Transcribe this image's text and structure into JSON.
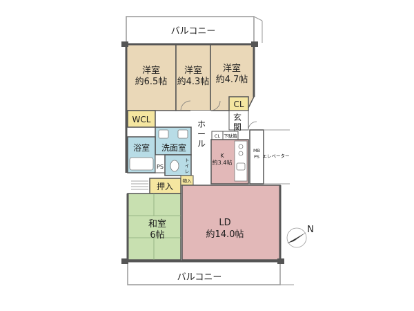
{
  "plan": {
    "balcony_top": "バルコニー",
    "balcony_bottom": "バルコニー",
    "rooms": {
      "western_1": {
        "name": "洋室",
        "size": "約6.5帖"
      },
      "western_2": {
        "name": "洋室",
        "size": "約4.3帖"
      },
      "western_3": {
        "name": "洋室",
        "size": "約4.7帖"
      },
      "wcl": "WCL",
      "cl": "CL",
      "entrance": [
        "玄",
        "関"
      ],
      "hall": [
        "ホ",
        "ー",
        "ル"
      ],
      "bath": "浴室",
      "washroom": "洗面室",
      "ps": "PS",
      "toilet": [
        "ト",
        "イ",
        "レ"
      ],
      "kitchen": {
        "name": "K",
        "size": "約3.4帖"
      },
      "cl_small": "CL",
      "shoe_box": "下駄箱",
      "mbps": [
        "MB",
        "PS"
      ],
      "elevator": "エレベーター",
      "closet": "押入",
      "storage": "物入",
      "japanese": {
        "name": "和室",
        "size": "6帖"
      },
      "ld": {
        "name": "LD",
        "size": "約14.0帖"
      }
    },
    "compass": "N",
    "colors": {
      "western": "#ead8b8",
      "wet": "#b8dce6",
      "kitchen": "#e2b8b8",
      "living": "#e2b8b8",
      "japanese": "#c8e0b0",
      "closet": "#f5e6a0",
      "wall": "#555555"
    }
  }
}
